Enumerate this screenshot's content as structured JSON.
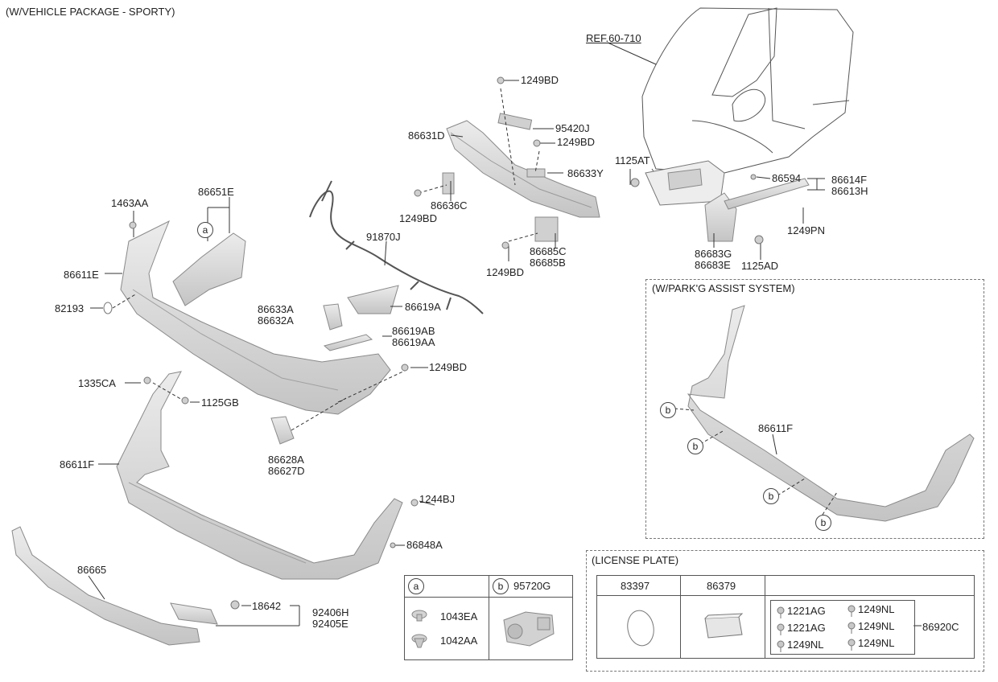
{
  "headings": {
    "main": "(W/VEHICLE PACKAGE - SPORTY)",
    "park": "(W/PARK'G ASSIST SYSTEM)",
    "plate": "(LICENSE PLATE)"
  },
  "parts": {
    "ref": "REF.60-710",
    "p_1249BD_a": "1249BD",
    "p_95420J": "95420J",
    "p_86631D": "86631D",
    "p_1249BD_b": "1249BD",
    "p_1125AT": "1125AT",
    "p_86633Y": "86633Y",
    "p_86594": "86594",
    "p_86614F": "86614F",
    "p_86613H": "86613H",
    "p_86636C": "86636C",
    "p_1249BD_c": "1249BD",
    "p_1249PN": "1249PN",
    "p_86685C": "86685C",
    "p_86685B": "86685B",
    "p_1249BD_d": "1249BD",
    "p_86683G": "86683G",
    "p_86683E": "86683E",
    "p_1125AD": "1125AD",
    "p_86651E": "86651E",
    "p_1463AA": "1463AA",
    "p_91870J": "91870J",
    "p_86611E": "86611E",
    "p_82193": "82193",
    "p_86619A": "86619A",
    "p_86633A": "86633A",
    "p_86632A": "86632A",
    "p_86619AB": "86619AB",
    "p_86619AA": "86619AA",
    "p_1249BD_e": "1249BD",
    "p_1335CA": "1335CA",
    "p_1125GB": "1125GB",
    "p_86628A": "86628A",
    "p_86627D": "86627D",
    "p_86611F": "86611F",
    "p_1244BJ": "1244BJ",
    "p_86848A": "86848A",
    "p_86665": "86665",
    "p_18642": "18642",
    "p_92406H": "92406H",
    "p_92405E": "92405E",
    "p_86611F_park": "86611F"
  },
  "callouts": {
    "a": "a",
    "b": "b"
  },
  "legend": {
    "a_parts": [
      "1043EA",
      "1042AA"
    ],
    "b_part": "95720G"
  },
  "plate": {
    "col1": "83397",
    "col2": "86379",
    "kit": "86920C",
    "left_items": [
      "1221AG",
      "1221AG",
      "1249NL"
    ],
    "right_items": [
      "1249NL",
      "1249NL",
      "1249NL"
    ]
  },
  "colors": {
    "part_fill": "#d9d9d9",
    "part_stroke": "#8a8a8a",
    "line": "#333333"
  }
}
